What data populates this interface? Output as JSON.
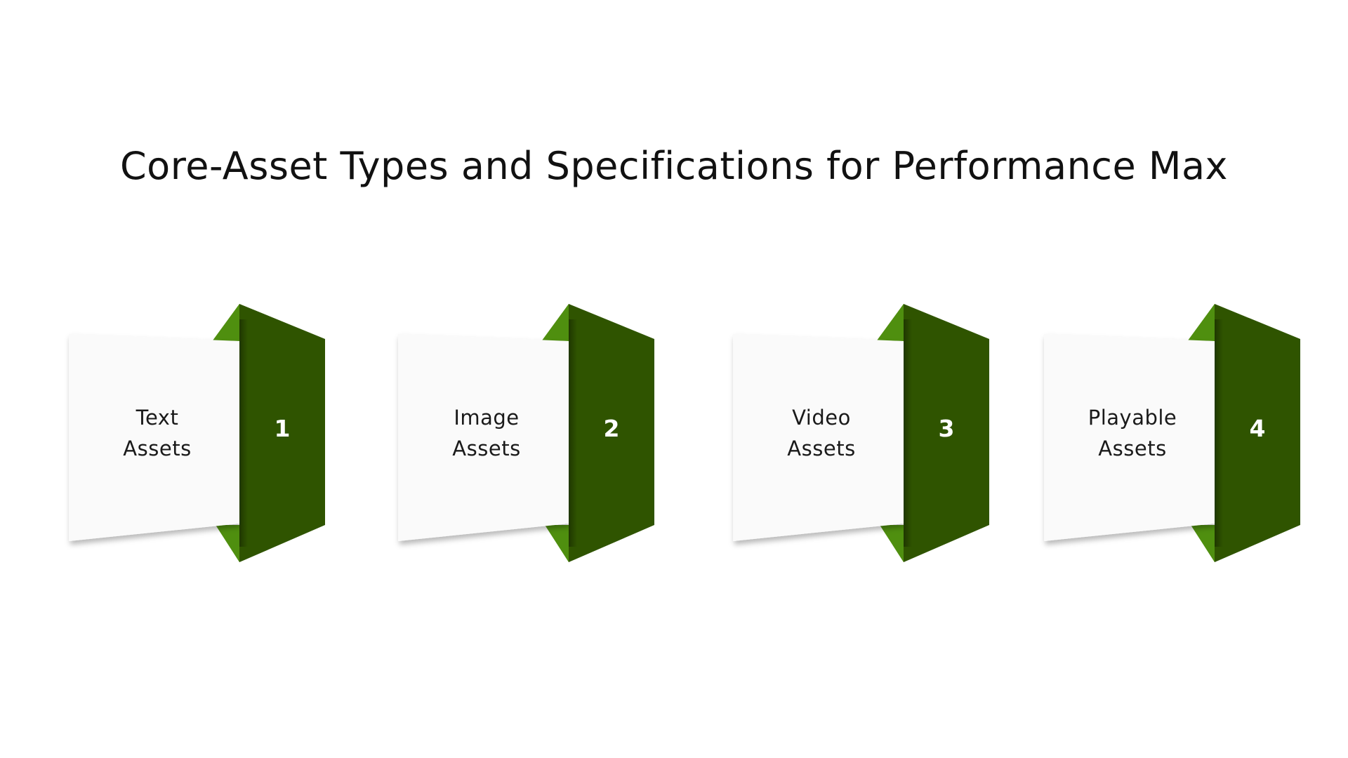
{
  "title": "Core-Asset Types and Specifications for Performance Max",
  "colors": {
    "dark_green": "#2f5400",
    "light_green": "#4f8f0f",
    "card_white": "#fafafa"
  },
  "cards": [
    {
      "label_line1": "Text",
      "label_line2": "Assets",
      "number": "1"
    },
    {
      "label_line1": "Image",
      "label_line2": "Assets",
      "number": "2"
    },
    {
      "label_line1": "Video",
      "label_line2": "Assets",
      "number": "3"
    },
    {
      "label_line1": "Playable",
      "label_line2": "Assets",
      "number": "4"
    }
  ]
}
